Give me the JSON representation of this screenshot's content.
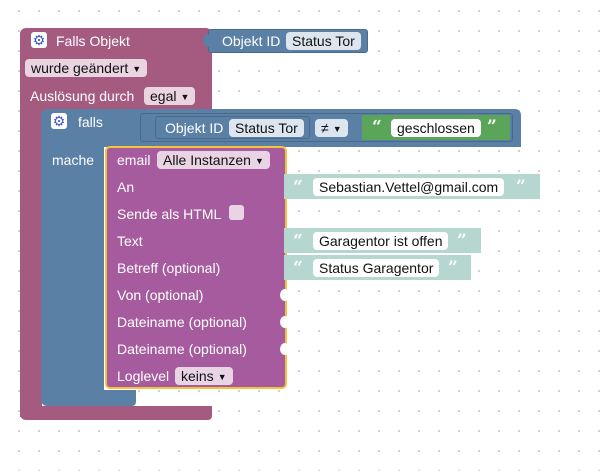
{
  "colors": {
    "event_block": "#a55b80",
    "event_border": "#8e4c6d",
    "logic_block": "#5b80a5",
    "logic_border": "#4b6a8a",
    "email_block": "#a55b9e",
    "email_highlight": "#f5c33b",
    "text_block": "#b6d7cf",
    "gear_color": "#3d56c9"
  },
  "trigger": {
    "title": "Falls Objekt",
    "object_label": "Objekt ID",
    "object_value": "Status Tor",
    "change_dropdown": "wurde geändert",
    "trigger_label": "Auslösung durch",
    "trigger_value": "egal"
  },
  "condition": {
    "if_label": "falls",
    "object_label": "Objekt ID",
    "object_value": "Status Tor",
    "operator": "≠",
    "compare_text": "geschlossen",
    "do_label": "mache"
  },
  "email": {
    "title": "email",
    "instance": "Alle Instanzen",
    "fields": {
      "to_label": "An",
      "html_label": "Sende als HTML",
      "text_label": "Text",
      "subject_label": "Betreff (optional)",
      "from_label": "Von (optional)",
      "file1_label": "Dateiname (optional)",
      "file2_label": "Dateiname (optional)",
      "loglevel_label": "Loglevel",
      "loglevel_value": "keins"
    },
    "values": {
      "to": "Sebastian.Vettel@gmail.com",
      "text": "Garagentor ist offen",
      "subject": "Status Garagentor"
    }
  },
  "quote_open": "“",
  "quote_close": "”",
  "dropdown_arrow": "▼",
  "gear_glyph": "⚙"
}
